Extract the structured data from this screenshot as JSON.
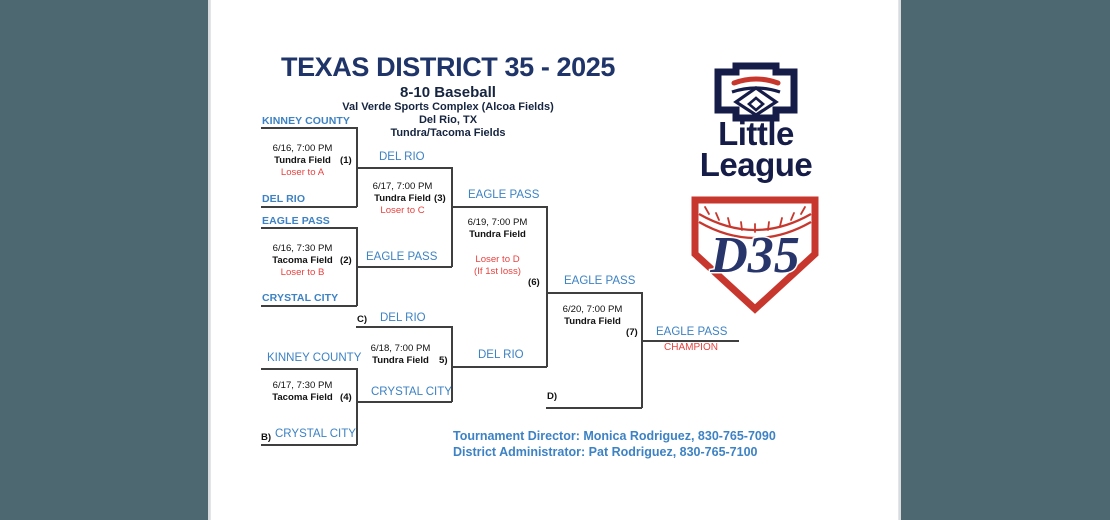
{
  "document": {
    "background_color": "#4e6871",
    "page_color": "#ffffff"
  },
  "header": {
    "title": "TEXAS DISTRICT 35 - 2025",
    "division": "8-10 Baseball",
    "venue": "Val Verde Sports Complex (Alcoa Fields)",
    "city": "Del Rio, TX",
    "fields": "Tundra/Tacoma Fields"
  },
  "colors": {
    "title_navy": "#1f3468",
    "team_blue": "#3c82c4",
    "alert_red": "#e8423f",
    "line_gray": "#3f3f3f",
    "logo_navy": "#151c47",
    "logo_red": "#c8372d"
  },
  "logos": {
    "little_league": {
      "name": "little-league-keystone-logo",
      "line1": "Little",
      "line2": "League"
    },
    "district": {
      "name": "district-35-home-plate-logo",
      "text": "D35"
    }
  },
  "bracket": {
    "games": [
      {
        "number": "(1)",
        "top_team": "KINNEY COUNTY",
        "bottom_team": "DEL RIO",
        "date": "6/16, 7:00 PM",
        "field": "Tundra Field",
        "note": "Loser to A",
        "winner": "DEL RIO"
      },
      {
        "number": "(2)",
        "top_team": "EAGLE PASS",
        "bottom_team": "CRYSTAL CITY",
        "date": "6/16, 7:30 PM",
        "field": "Tacoma Field",
        "note": "Loser to B",
        "winner": "EAGLE PASS"
      },
      {
        "number": "(3)",
        "date": "6/17, 7:00 PM",
        "field": "Tundra Field",
        "note": "Loser to C",
        "winner": "EAGLE PASS"
      },
      {
        "number": "(4)",
        "top_team": "KINNEY COUNTY",
        "bottom_team": "CRYSTAL CITY",
        "bottom_letter": "B)",
        "date": "6/17, 7:30 PM",
        "field": "Tacoma Field",
        "winner": "CRYSTAL CITY"
      },
      {
        "number": "5)",
        "top_team": "DEL RIO",
        "top_letter": "C)",
        "date": "6/18, 7:00 PM",
        "field": "Tundra Field",
        "winner": "DEL RIO"
      },
      {
        "number": "(6)",
        "date": "6/19, 7:00 PM",
        "field": "Tundra Field",
        "note_line1": "Loser to D",
        "note_line2": "(If 1st loss)",
        "winner": "EAGLE PASS"
      },
      {
        "number": "(7)",
        "date": "6/20, 7:00 PM",
        "field": "Tundra Field",
        "bottom_letter": "D)",
        "winner": "EAGLE PASS"
      }
    ],
    "champion": {
      "team": "EAGLE PASS",
      "label": "CHAMPION"
    }
  },
  "footer": {
    "tournament_director": "Tournament Director: Monica Rodriguez, 830-765-7090",
    "district_administrator": "District Administrator: Pat Rodriguez, 830-765-7100"
  }
}
